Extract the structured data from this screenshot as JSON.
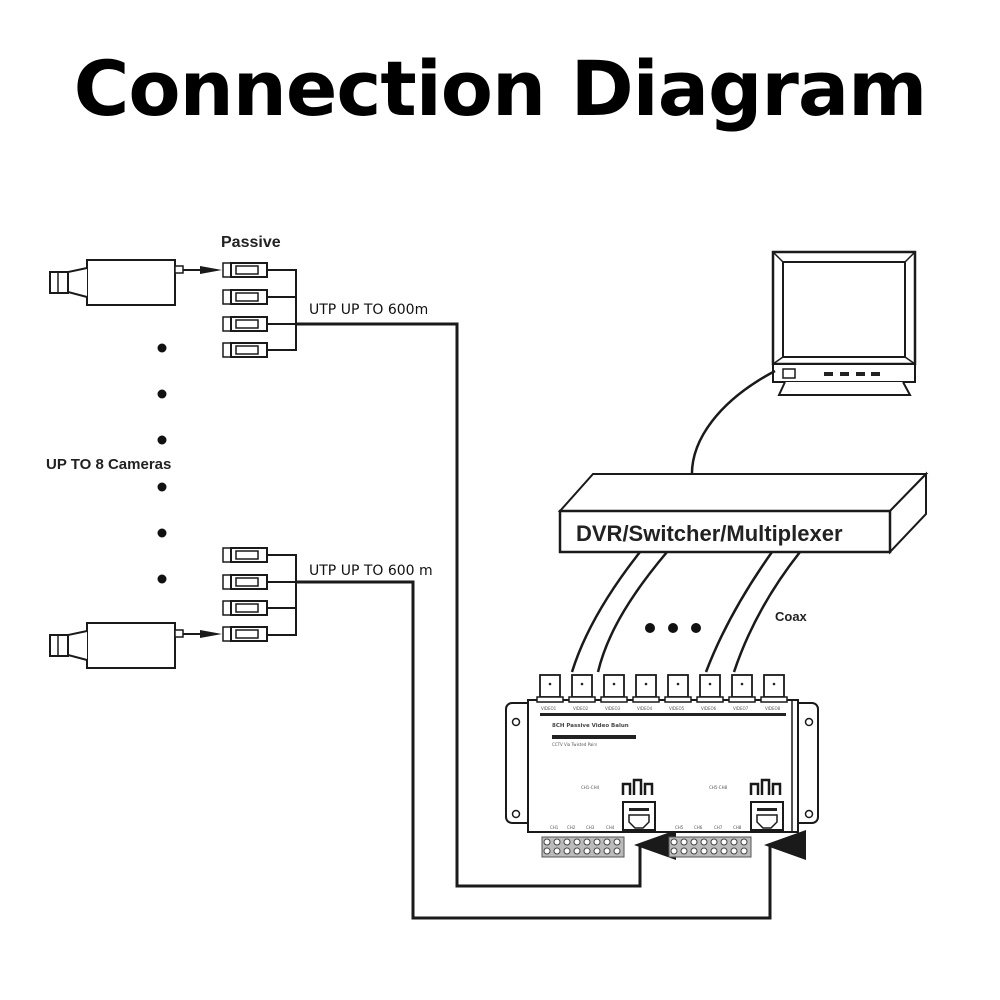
{
  "title": "Connection Diagram",
  "labels": {
    "passive": "Passive",
    "utp_top": "UTP UP TO 600m",
    "utp_bottom": "UTP UP TO 600 m",
    "cameras": "UP TO 8 Cameras",
    "dvr": "DVR/Switcher/Multiplexer",
    "coax": "Coax",
    "hub_name": "8CH Passive Video Balun",
    "hub_sub": "CCTV Via Twisted Pairs"
  },
  "hub": {
    "video_ports": [
      "VIDEO1",
      "VIDEO2",
      "VIDEO3",
      "VIDEO4",
      "VIDEO5",
      "VIDEO6",
      "VIDEO7",
      "VIDEO8"
    ],
    "rj45_left_label": "CH1-CH4",
    "rj45_right_label": "CH5-CH8",
    "terminal_left": [
      "CH1",
      "CH2",
      "CH3",
      "CH4"
    ],
    "terminal_right": [
      "CH5",
      "CH6",
      "CH7",
      "CH8"
    ]
  },
  "colors": {
    "line": "#1a1a1a",
    "background": "#ffffff"
  }
}
